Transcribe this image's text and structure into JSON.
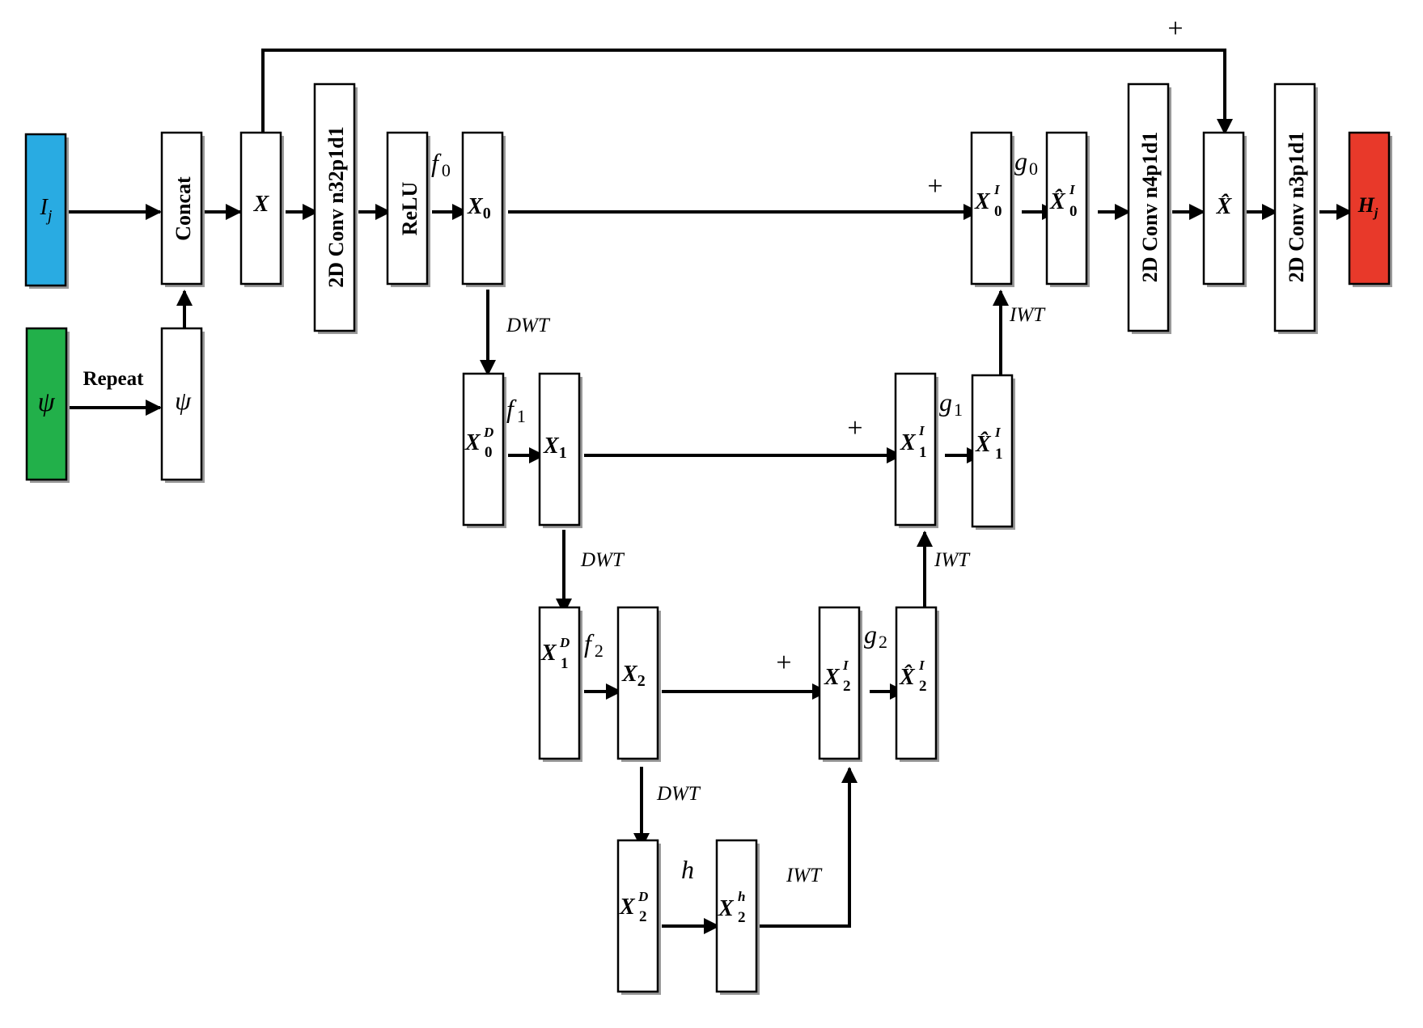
{
  "colors": {
    "input_ij": "#29abe2",
    "input_psi": "#22b04a",
    "output_hj": "#e8392a"
  },
  "nodes": {
    "ij": {
      "main": "I",
      "sub": "j"
    },
    "psi_in": {
      "main": "ψ"
    },
    "concat": {
      "label": "Concat"
    },
    "psi_rep": {
      "main": "ψ"
    },
    "x": {
      "main": "X"
    },
    "conv1": {
      "label": "2D Conv n32p1d1"
    },
    "relu": {
      "label": "ReLU"
    },
    "x0": {
      "main": "X",
      "sub": "0"
    },
    "x0d": {
      "main": "X",
      "sup": "D",
      "sub": "0"
    },
    "x1": {
      "main": "X",
      "sub": "1"
    },
    "x1d": {
      "main": "X",
      "sup": "D",
      "sub": "1"
    },
    "x2": {
      "main": "X",
      "sub": "2"
    },
    "x2d": {
      "main": "X",
      "sup": "D",
      "sub": "2"
    },
    "x2h": {
      "main": "X",
      "sup": "h",
      "sub": "2"
    },
    "x2i": {
      "main": "X",
      "sup": "I",
      "sub": "2"
    },
    "x2ihat": {
      "main": "X̂",
      "sup": "I",
      "sub": "2"
    },
    "x1i": {
      "main": "X",
      "sup": "I",
      "sub": "1"
    },
    "x1ihat": {
      "main": "X̂",
      "sup": "I",
      "sub": "1"
    },
    "x0i": {
      "main": "X",
      "sup": "I",
      "sub": "0"
    },
    "x0ihat": {
      "main": "X̂",
      "sup": "I",
      "sub": "0"
    },
    "conv2": {
      "label": "2D Conv n4p1d1"
    },
    "xhat": {
      "main": "X̂"
    },
    "conv3": {
      "label": "2D Conv n3p1d1"
    },
    "hj": {
      "main": "H",
      "sub": "j"
    }
  },
  "edge_labels": {
    "repeat": "Repeat",
    "f0": {
      "main": "f",
      "sub": "0"
    },
    "f1": {
      "main": "f",
      "sub": "1"
    },
    "f2": {
      "main": "f",
      "sub": "2"
    },
    "g0": {
      "main": "g",
      "sub": "0"
    },
    "g1": {
      "main": "g",
      "sub": "1"
    },
    "g2": {
      "main": "g",
      "sub": "2"
    },
    "h": "h",
    "dwt": "DWT",
    "iwt": "IWT",
    "plus": "+"
  }
}
